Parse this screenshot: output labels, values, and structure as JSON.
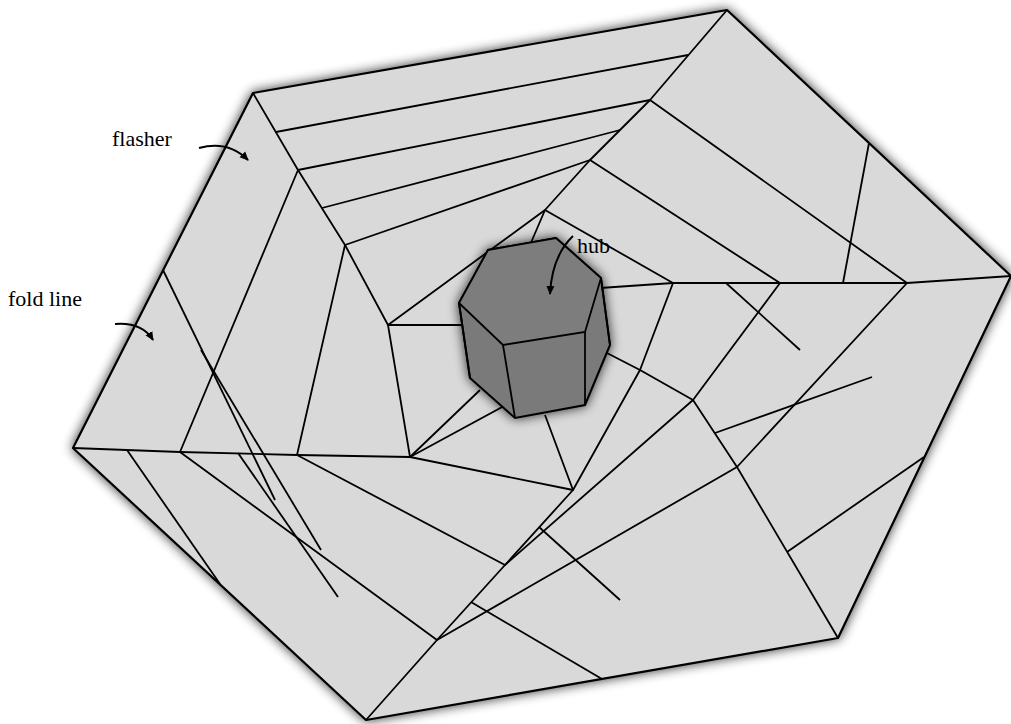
{
  "diagram": {
    "labels": [
      "flasher",
      "fold line",
      "hub"
    ]
  }
}
